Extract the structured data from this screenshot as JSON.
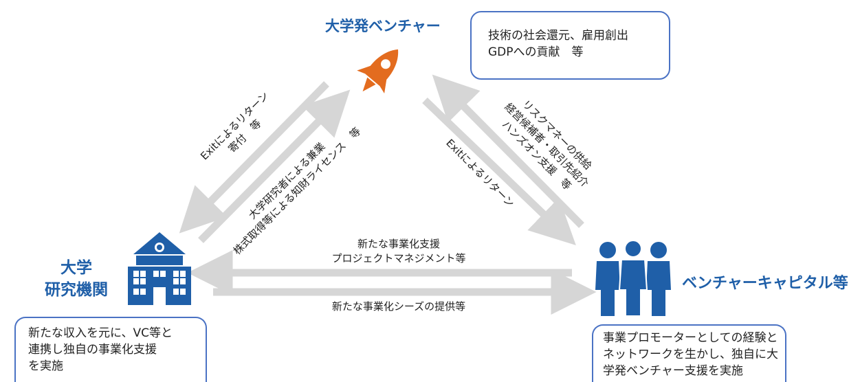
{
  "nodes": {
    "venture": {
      "title": "大学発ベンチャー"
    },
    "university": {
      "title_line1": "大学",
      "title_line2": "研究機関"
    },
    "vc": {
      "title": "ベンチャーキャピタル等"
    }
  },
  "boxes": {
    "venture_note": [
      "技術の社会還元、雇用創出",
      "GDPへの貢献　等"
    ],
    "university_note": [
      "新たな収入を元に、VC等と",
      "連携し独自の事業化支援",
      "を実施"
    ],
    "vc_note": [
      "事業プロモーターとしての経験と",
      "ネットワークを生かし、独自に大",
      "学発ベンチャー支援を実施"
    ]
  },
  "flows": {
    "venture_to_university": [
      "Exitによるリターン",
      "寄付　等"
    ],
    "university_to_venture": [
      "大学研究者による兼業",
      "株式取得等による知財ライセンス　等"
    ],
    "venture_to_vc": [
      "Exitによるリターン"
    ],
    "vc_to_venture": [
      "リスクマネーの供給",
      "経営候補者・取引先紹介",
      "ハンズオン支援　等"
    ],
    "vc_to_university": [
      "新たな事業化支援",
      "プロジェクトマネジメント等"
    ],
    "university_to_vc": [
      "新たな事業化シーズの提供等"
    ]
  },
  "colors": {
    "title_blue": "#1f5fa8",
    "icon_blue": "#1f5fa8",
    "rocket_orange": "#e36c1f",
    "arrow_gray": "#d6d6d6",
    "box_border": "#4a72c4"
  },
  "icons": {
    "venture": "rocket-icon",
    "university": "school-building-icon",
    "vc": "people-group-icon"
  }
}
